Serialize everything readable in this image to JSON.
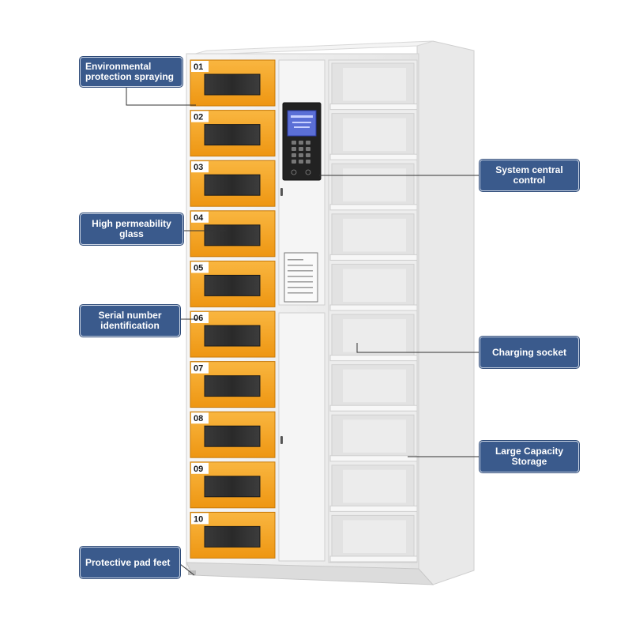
{
  "callouts": {
    "env": "Environmental protection spraying",
    "glass": "High permeability glass",
    "serial": "Serial number identification",
    "feet": "Protective pad feet",
    "control": "System central control",
    "socket": "Charging socket",
    "storage": "Large Capacity Storage"
  },
  "lockers": [
    {
      "number": "01"
    },
    {
      "number": "02"
    },
    {
      "number": "03"
    },
    {
      "number": "04"
    },
    {
      "number": "05"
    },
    {
      "number": "06"
    },
    {
      "number": "07"
    },
    {
      "number": "08"
    },
    {
      "number": "09"
    },
    {
      "number": "10"
    }
  ],
  "colors": {
    "door_orange": "#f6a21e",
    "cabinet_white": "#f2f2f2",
    "callout_blue": "#3a5a8c",
    "screen_blue": "#5b6fd6"
  }
}
